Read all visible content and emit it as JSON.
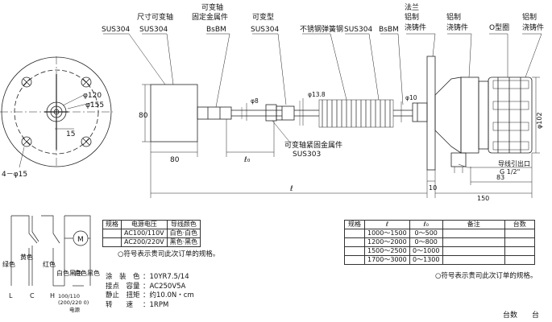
{
  "labels": {
    "sus304": "SUS304",
    "bsbm": "BsBM",
    "sus303": "SUS303",
    "size_shaft": "尺寸可变轴",
    "var_shaft": "可变轴",
    "fixed_metal": "固定金属件",
    "var_type": "可变型",
    "spring": "不锈钢弹簧钢",
    "flange_l1": "法兰",
    "flange_l2": "铝制",
    "flange_l3": "浇铸件",
    "alu_l1": "铝制",
    "alu_l2": "浇铸件",
    "oring": "O型圈",
    "alu2_l1": "铝制",
    "alu2_l2": "浇铸件",
    "lock_metal": "可变轴紧固金属件",
    "cable_outlet": "导线引出口",
    "cable_thread": "G 1/2\""
  },
  "dims": {
    "d120": "φ120",
    "d155": "φ155",
    "d15": "15",
    "d415": "4－φ15",
    "d80v": "80",
    "d80h": "80",
    "l0": "ℓ₀",
    "l": "ℓ",
    "d8": "φ8",
    "d138": "φ13.8",
    "d10": "φ10",
    "d10b": "10",
    "d83": "83",
    "d150": "150",
    "d102": "φ102"
  },
  "wiring": {
    "wire_labels": [
      "绿色",
      "黄色",
      "红色",
      "白色黑色",
      "白色黑色"
    ],
    "terminals": [
      "L",
      "C",
      "H",
      "100/110",
      "100/110"
    ],
    "power_range": "(200/220 0)",
    "power_caption": "电源",
    "motor": "M"
  },
  "power_table": {
    "headers": [
      "规格",
      "电源电压",
      "导线颜色"
    ],
    "rows": [
      [
        "",
        "AC100/110V",
        "白色·白色"
      ],
      [
        "",
        "AC200/220V",
        "黑色·黑色"
      ]
    ],
    "note": "○符号表示贵司此次订单的规格。"
  },
  "specs": [
    {
      "k": "涂　装　色",
      "v": "：10YR7.5/14"
    },
    {
      "k": "接点　容量",
      "v": "：AC250V5A"
    },
    {
      "k": "静止　扭矩",
      "v": "：约10.0N・cm"
    },
    {
      "k": "转　　速",
      "v": "：1RPM"
    }
  ],
  "range_table": {
    "headers": [
      "规格",
      "ℓ",
      "ℓ₀",
      "备注",
      "台数"
    ],
    "rows": [
      [
        "",
        "1000～1500",
        "0～500",
        "",
        ""
      ],
      [
        "",
        "1200～2000",
        "0～800",
        "",
        ""
      ],
      [
        "",
        "1500～2500",
        "0～1000",
        "",
        ""
      ],
      [
        "",
        "1700～3000",
        "0～1300",
        "",
        ""
      ]
    ],
    "note": "○符号表示贵司此次订单的规格。"
  },
  "footer": {
    "count": "台数　　台"
  }
}
